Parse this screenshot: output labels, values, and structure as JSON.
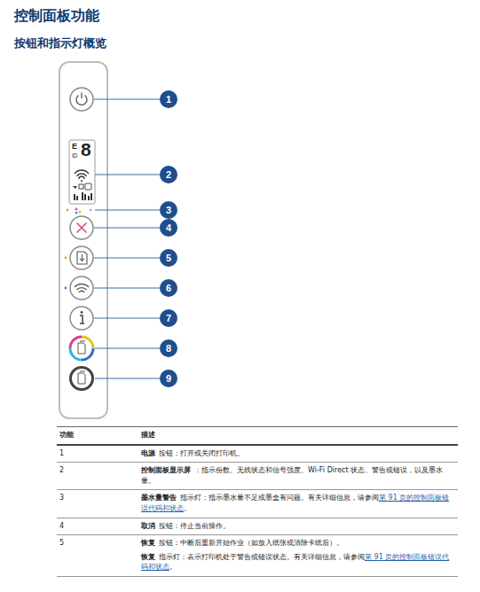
{
  "diagram": {
    "title": "控制面板功能",
    "labels": [
      "按钮和指示灯概览",
      "E",
      "ID",
      "8",
      "1",
      "2",
      "3",
      "4",
      "5",
      "6",
      "7",
      "8",
      "9",
      "功能",
      "描述",
      "1",
      "电源",
      "按钮：打开或关闭打印机。",
      "2",
      "控制面板显示屏",
      "：指示份数、无线状态和信号强度、Wi-Fi Direct 状态、警告或错误，以及墨水量。",
      "3",
      "墨水量警告",
      "指示灯：指示墨水量不足或墨盒有问题。有关详细信息，请参阅",
      "第 91 页的控制面板错误代码和状态",
      "。",
      "4",
      "取消",
      "按钮：停止当前操作。",
      "5",
      "恢复",
      "按钮：中断后重新开始作业（如放入纸张或清除卡纸后）。",
      "恢复",
      "指示灯：表示打印机处于警告或错误状态。有关详细信息，请参阅",
      "第 91 页的控制面板错误代码和状态",
      "。"
    ]
  }
}
